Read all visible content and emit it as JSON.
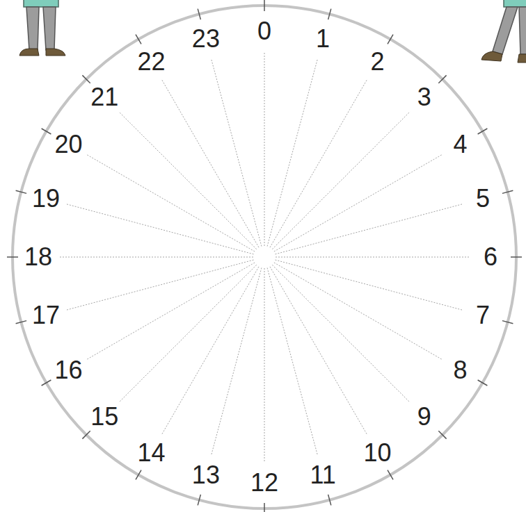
{
  "diagram": {
    "labels": [
      "0",
      "1",
      "2",
      "3",
      "4",
      "5",
      "6",
      "7",
      "8",
      "9",
      "10",
      "11",
      "12",
      "13",
      "14",
      "15",
      "16",
      "17",
      "18",
      "19",
      "20",
      "21",
      "22",
      "23"
    ]
  }
}
